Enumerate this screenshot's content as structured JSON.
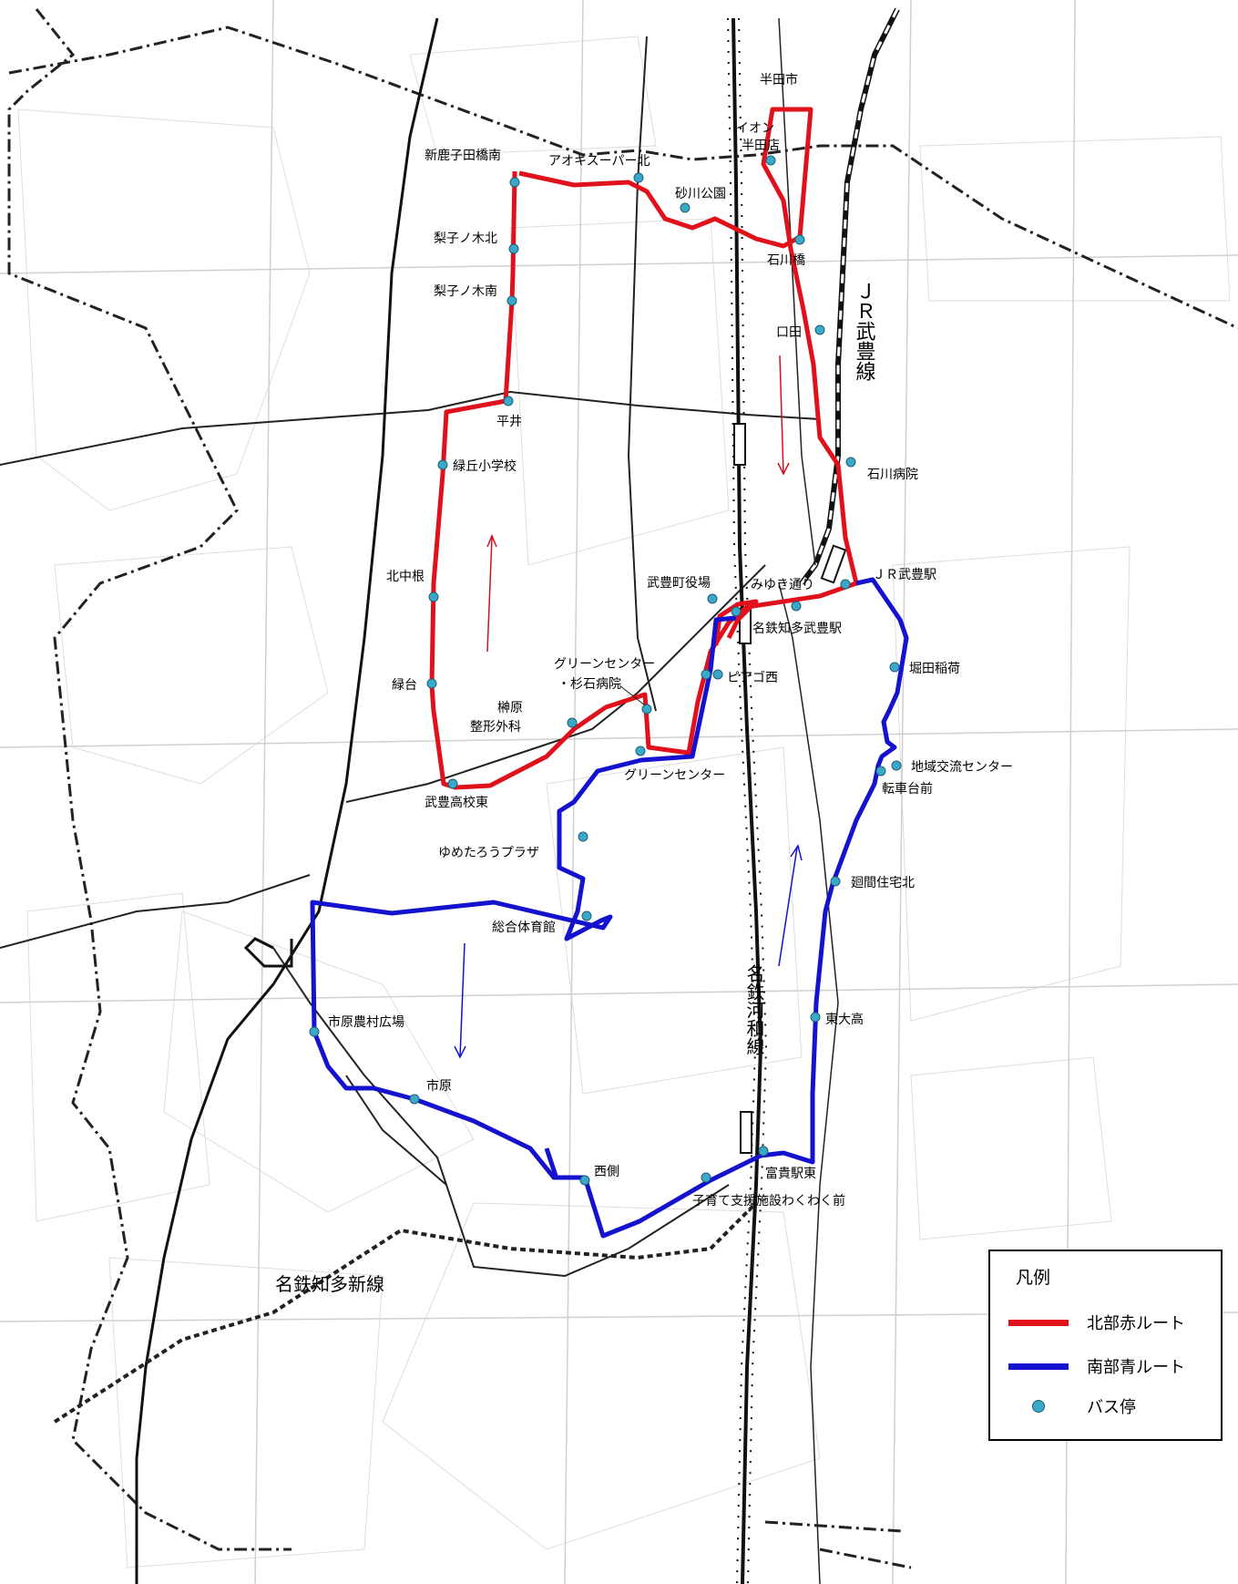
{
  "colors": {
    "north_route": "#e1111c",
    "south_route": "#1411cf",
    "stop_fill": "#3aa9c9",
    "rail": "#111111"
  },
  "places": {
    "handa": "半田市"
  },
  "rail_lines": {
    "jr": "ＪＲ武豊線",
    "kowa": "名鉄河和線",
    "chita_shin": "名鉄知多新線"
  },
  "stops": {
    "aeon": "イオン\n半田店",
    "aoki_north": "アオキスーパー北",
    "shinkago": "新鹿子田橋南",
    "sunagawa": "砂川公園",
    "ishikawabashi": "石川橋",
    "nashi_kita": "梨子ノ木北",
    "nashi_minami": "梨子ノ木南",
    "kuchida": "口田",
    "hirai": "平井",
    "midorigaoka": "緑丘小学校",
    "ishikawa_hosp": "石川病院",
    "kitanakane": "北中根",
    "jr_taketoyo": "ＪＲ武豊駅",
    "town_office": "武豊町役場",
    "miyuki": "みゆき通り",
    "meitetsu_taketoyo": "名鉄知多武豊駅",
    "green_sugi": "グリーンセンター\n・杉石病院",
    "piago": "ピアゴ西",
    "horita": "堀田稲荷",
    "midoridai": "緑台",
    "sakakibara": "榊原\n整形外科",
    "green_center": "グリーンセンター",
    "chiiki": "地域交流センター",
    "tenshadai": "転車台前",
    "taketoyo_hs": "武豊高校東",
    "yumetarou": "ゆめたろうプラザ",
    "hazama": "廻間住宅北",
    "sougou": "総合体育館",
    "ichihara_nouson": "市原農村広場",
    "higashi_oodaka": "東大高",
    "ichihara": "市原",
    "nishigawa": "西側",
    "fuki": "富貴駅東",
    "kosodate": "子育て支援施設わくわく前"
  },
  "legend": {
    "title": "凡例",
    "north": "北部赤ルート",
    "south": "南部青ルート",
    "stop": "バス停"
  }
}
